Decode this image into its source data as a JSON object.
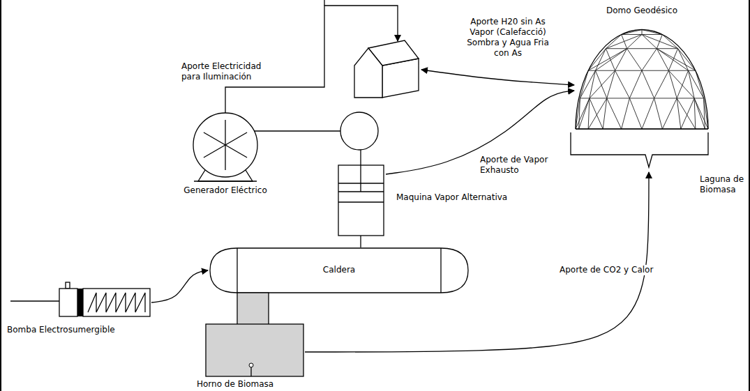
{
  "diagram": {
    "nodes": [
      {
        "text": []
      },
      {
        "text": [
          "Domo Geodésico"
        ]
      },
      {
        "text": [
          "Generador Eléctrico"
        ]
      },
      {
        "text": [
          "Maquina Vapor Alternativa"
        ]
      },
      {
        "text": [
          "Laguna de Biomasa"
        ]
      },
      {
        "text": [
          "Caldera"
        ]
      },
      {
        "text": [
          "Bomba Electrosumergible"
        ]
      },
      {
        "text": [
          "Horno de Biomasa"
        ]
      }
    ],
    "edges": [
      {
        "from": 2,
        "to": 0,
        "arrow": "to",
        "label": "Aporte Electricidad para Iluminación"
      },
      {
        "from": 3,
        "to": 2,
        "arrow": "to"
      },
      {
        "from": 3,
        "to": 1,
        "arrow": "to",
        "label": "Aporte de Vapor Exhausto"
      },
      {
        "from": 0,
        "to": 1,
        "arrow": "both",
        "label": "Aporte H20 sin As Vapor (Calefacció) Sombra y Agua Fria con As"
      },
      {
        "from": 6,
        "to": 5,
        "arrow": "to"
      },
      {
        "from": 7,
        "to": 4,
        "arrow": "to",
        "label": "Aporte de CO2 y Calor"
      }
    ]
  }
}
